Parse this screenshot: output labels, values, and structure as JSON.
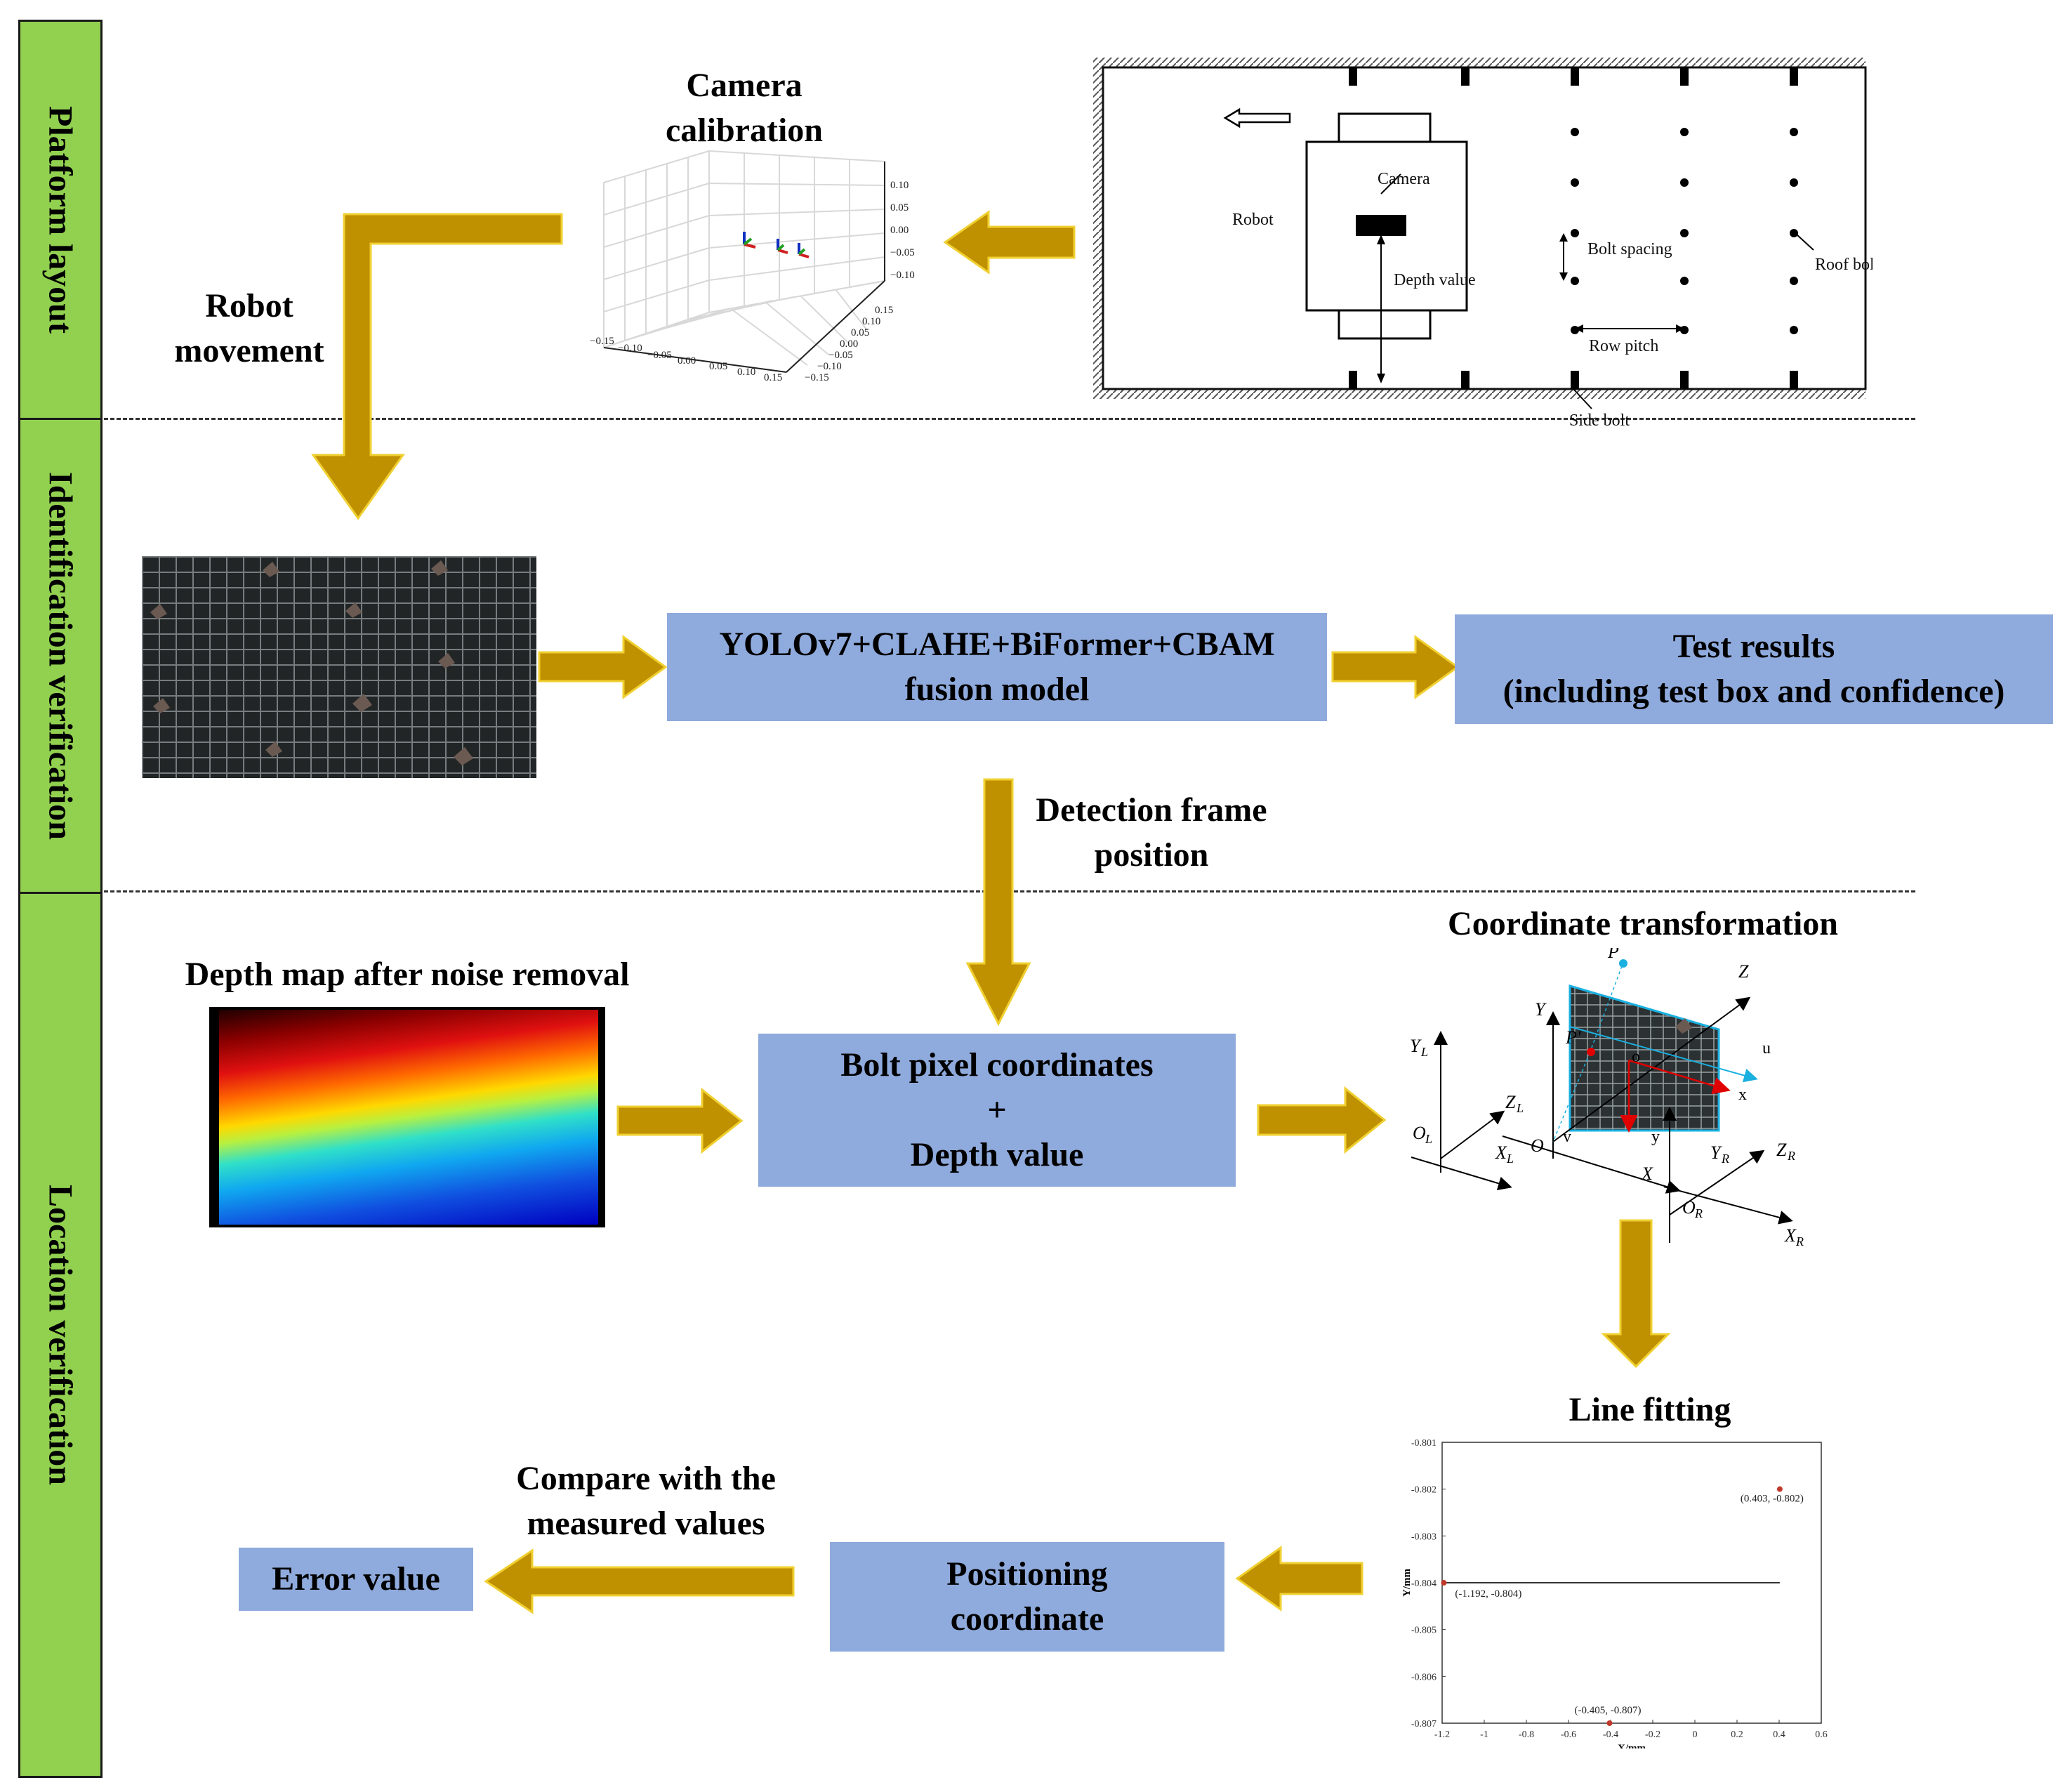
{
  "stages": {
    "platform": "Platform layout",
    "identification": "Identification verification",
    "location": "Location verification"
  },
  "calibration": {
    "title": "Camera calibration",
    "z_ticks": [
      "0.10",
      "0.05",
      "0.00",
      "−0.05",
      "−0.10"
    ],
    "x_ticks": [
      "−0.15",
      "−0.10",
      "−0.05",
      "0.00",
      "0.05",
      "0.10",
      "0.15"
    ],
    "y_ticks": [
      "0.15",
      "0.10",
      "0.05",
      "0.00",
      "−0.05",
      "−0.10",
      "−0.15"
    ]
  },
  "layout_diagram": {
    "robot": "Robot",
    "camera": "Camera",
    "depth_value": "Depth value",
    "bolt_spacing": "Bolt spacing",
    "roof_bolt": "Roof bolt",
    "row_pitch": "Row pitch",
    "side_bolt": "Side bolt"
  },
  "robot_movement": "Robot movement",
  "fusion_model": {
    "line1": "YOLOv7+CLAHE+BiFormer+CBAM",
    "line2": "fusion model"
  },
  "test_results": {
    "line1": "Test results",
    "line2": "(including test box and confidence)"
  },
  "detection_frame": {
    "line1": "Detection frame",
    "line2": "position"
  },
  "depth_map_title": "Depth map after noise removal",
  "bolt_pixel": {
    "line1": "Bolt pixel coordinates",
    "line2": "+",
    "line3": "Depth value"
  },
  "coord_transform": {
    "title": "Coordinate transformation",
    "labels": {
      "P": "P",
      "P_prime": "P'",
      "o": "o",
      "u": "u",
      "v": "v",
      "x": "x",
      "y": "y",
      "X": "X",
      "Y": "Y",
      "Z": "Z",
      "O": "O",
      "YL": "Y",
      "ZL": "Z",
      "XL": "X",
      "OL": "O",
      "L": "L",
      "YR": "Y",
      "ZR": "Z",
      "XR": "X",
      "OR": "O",
      "R": "R"
    }
  },
  "line_fitting": {
    "title": "Line fitting",
    "xlabel": "X/mm",
    "ylabel": "Y/mm",
    "y_ticks": [
      "-0.801",
      "-0.802",
      "-0.803",
      "-0.804",
      "-0.805",
      "-0.806",
      "-0.807"
    ],
    "x_ticks": [
      "-1.2",
      "-1",
      "-0.8",
      "-0.6",
      "-0.4",
      "-0.2",
      "0",
      "0.2",
      "0.4",
      "0.6"
    ],
    "points": [
      {
        "label": "(0.403,  -0.802)"
      },
      {
        "label": "(-1.192,  -0.804)"
      },
      {
        "label": "(-0.405,  -0.807)"
      }
    ]
  },
  "chart_data": {
    "type": "scatter",
    "title": "Line fitting",
    "xlabel": "X/mm",
    "ylabel": "Y/mm",
    "xlim": [
      -1.2,
      0.6
    ],
    "ylim": [
      -0.807,
      -0.801
    ],
    "series": [
      {
        "values": [
          [
            0.403,
            -0.802
          ],
          [
            -1.192,
            -0.804
          ],
          [
            -0.405,
            -0.807
          ]
        ]
      }
    ],
    "fitted_line": {
      "y": -0.804,
      "x_range": [
        -1.192,
        0.403
      ]
    }
  },
  "positioning": {
    "line1": "Positioning",
    "line2": "coordinate"
  },
  "compare": {
    "line1": "Compare with the",
    "line2": "measured values"
  },
  "error_value": "Error value",
  "colors": {
    "stage_bar": "#92d050",
    "box": "#8faadc",
    "arrow": "#bf9000"
  }
}
